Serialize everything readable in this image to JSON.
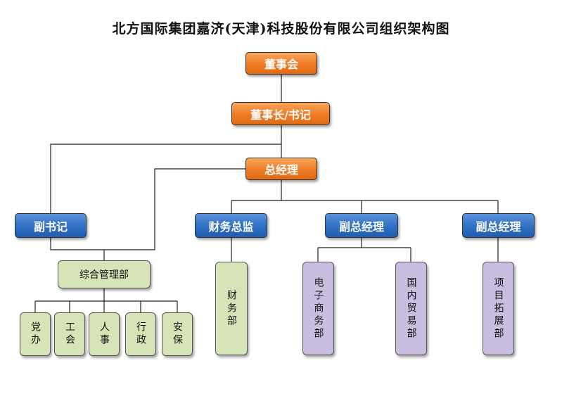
{
  "title": "北方国际集团嘉济(天津)科技股份有限公司组织架构图",
  "nodes": {
    "board": "董事会",
    "chairman": "董事长/书记",
    "gm": "总经理",
    "deputy_secretary": "副书记",
    "finance_director": "财务总监",
    "deputy_gm_1": "副总经理",
    "deputy_gm_2": "副总经理",
    "admin_dept": "综合管理部",
    "party_office": "党办",
    "union": "工会",
    "hr": "人事",
    "administration": "行政",
    "security": "安保",
    "finance_dept": "财务部",
    "ecommerce_dept": "电子商务部",
    "domestic_trade_dept": "国内贸易部",
    "project_dev_dept": "项目拓展部"
  },
  "colors": {
    "orange": "#ef7b25",
    "blue": "#2f6fc4",
    "green": "#d6e4b8",
    "purple": "#c9bde0"
  }
}
